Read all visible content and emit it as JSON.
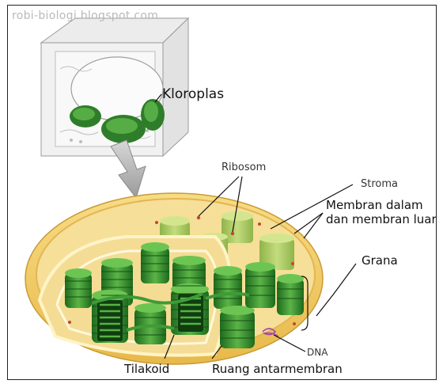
{
  "watermark": "robi-biologi.blogspot.com",
  "labels": {
    "kloroplas": "Kloroplas",
    "ribosom": "Ribosom",
    "stroma": "Stroma",
    "membran": "Membran dalam dan membran luar",
    "grana": "Grana",
    "dna": "DNA",
    "tilakoid": "Tilakoid",
    "ruang_antarmembran": "Ruang antarmembran"
  },
  "colors": {
    "outer_membrane": "#f2cf6a",
    "stroma": "#f7e3a2",
    "thylakoid_dark": "#1f6b1f",
    "thylakoid_mid": "#3f9e3a",
    "thylakoid_light": "#8fc861",
    "cell_wall": "#e6e6e6"
  }
}
